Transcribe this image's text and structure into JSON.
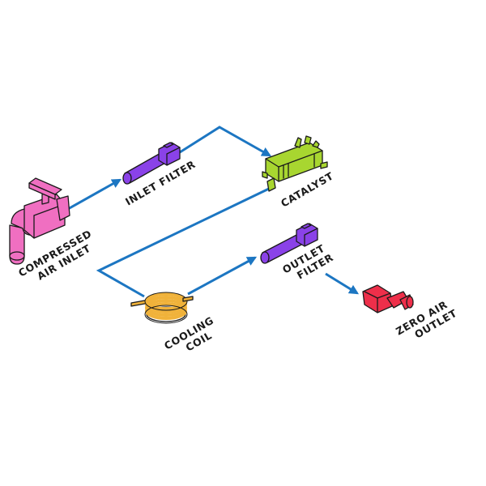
{
  "colors": {
    "flow": "#1c76c2",
    "compressed_air_inlet": "#f06fc1",
    "inlet_filter": "#8a42e8",
    "catalyst": "#a8d630",
    "cooling_coil": "#f0b23a",
    "outlet_filter": "#8a42e8",
    "zero_air_outlet": "#ee2f4a",
    "outline": "#1a1a1a"
  },
  "labels": {
    "compressed_air_inlet": [
      "COMPRESSED",
      "AIR INLET"
    ],
    "inlet_filter": [
      "INLET FILTER"
    ],
    "catalyst": [
      "CATALYST"
    ],
    "cooling_coil": [
      "COOLING",
      "COIL"
    ],
    "outlet_filter": [
      "OUTLET",
      "FILTER"
    ],
    "zero_air_outlet": [
      "ZERO AIR",
      "OUTLET"
    ]
  },
  "flow": [
    {
      "from": "compressed_air_inlet",
      "to": "inlet_filter"
    },
    {
      "from": "inlet_filter",
      "to": "catalyst"
    },
    {
      "from": "catalyst",
      "to": "cooling_coil"
    },
    {
      "from": "cooling_coil",
      "to": "outlet_filter"
    },
    {
      "from": "outlet_filter",
      "to": "zero_air_outlet"
    }
  ]
}
